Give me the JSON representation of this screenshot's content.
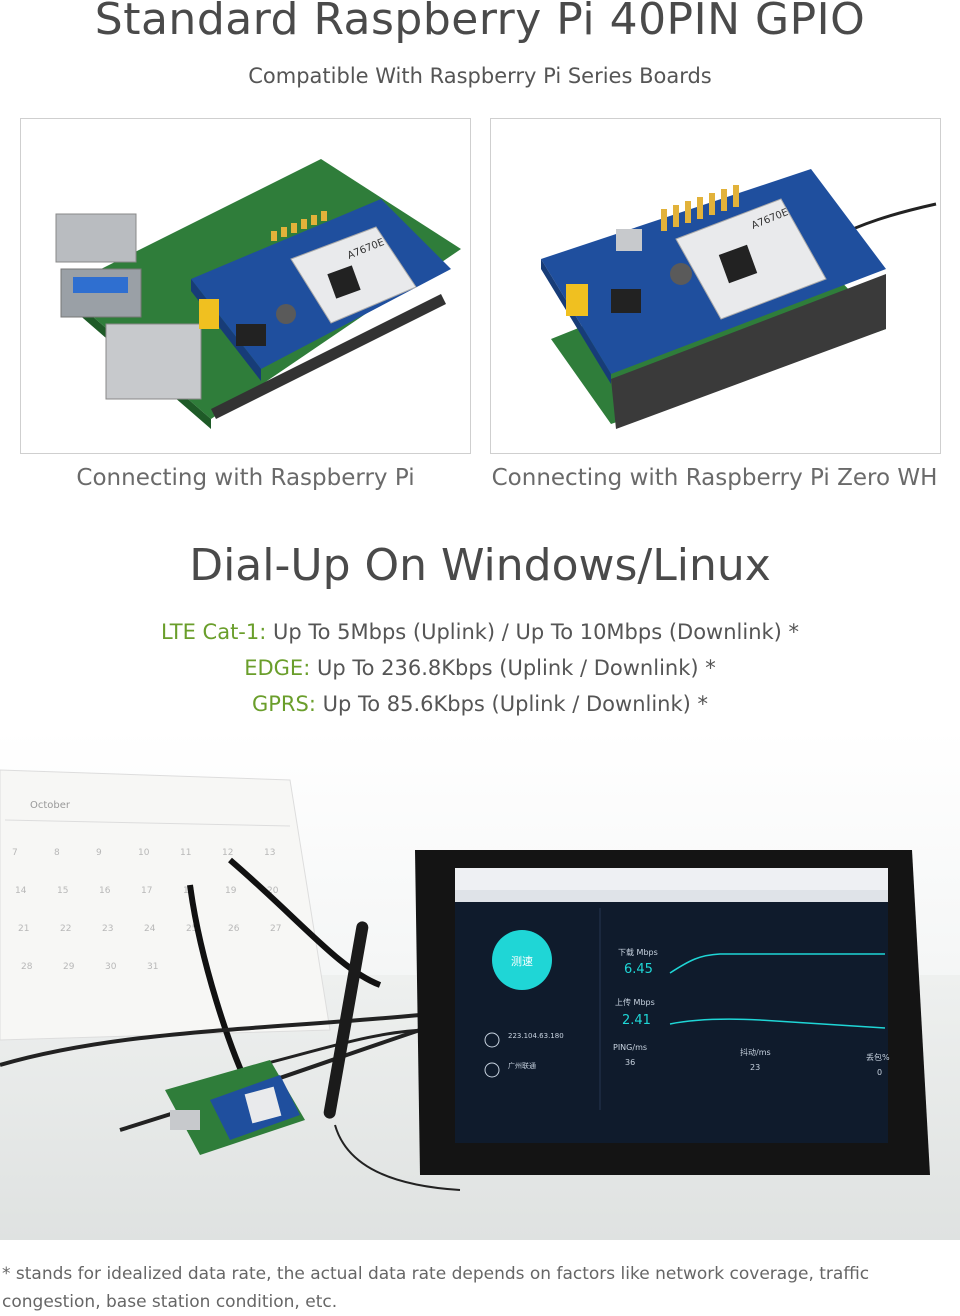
{
  "heading": "Standard Raspberry Pi 40PIN GPIO",
  "subheading": "Compatible With Raspberry Pi Series Boards",
  "photos": [
    {
      "caption": "Connecting with Raspberry Pi",
      "chip_mark": "A7670E"
    },
    {
      "caption": "Connecting with Raspberry Pi Zero WH",
      "chip_mark": "A7670E"
    }
  ],
  "section2": {
    "title": "Dial-Up On Windows/Linux",
    "specs": [
      {
        "key": "LTE Cat-1:",
        "text": " Up To 5Mbps (Uplink) / Up To 10Mbps (Downlink) *"
      },
      {
        "key": "EDGE:",
        "text": " Up To 236.8Kbps (Uplink / Downlink) *"
      },
      {
        "key": "GPRS:",
        "text": " Up To 85.6Kbps (Uplink / Downlink) *"
      }
    ]
  },
  "calendar": {
    "month": "October",
    "days": [
      "7",
      "8",
      "9",
      "10",
      "11",
      "12",
      "13",
      "14",
      "15",
      "16",
      "17",
      "18",
      "19",
      "20",
      "21",
      "22",
      "23",
      "24",
      "25",
      "26",
      "27",
      "28",
      "29",
      "30",
      "31"
    ]
  },
  "speedtest": {
    "button": "测速",
    "download_label": "下载 Mbps",
    "download_value": "6.45",
    "upload_label": "上传 Mbps",
    "upload_value": "2.41",
    "ping_label": "PING/ms",
    "ping_value": "36",
    "jitter_label": "抖动/ms",
    "jitter_value": "23",
    "loss_label": "丢包%",
    "loss_value": "0",
    "ip": "223.104.63.180",
    "isp": "广州联通"
  },
  "footnote": "* stands for idealized data rate, the actual data rate depends on factors like network coverage, traffic congestion, base station condition, etc."
}
